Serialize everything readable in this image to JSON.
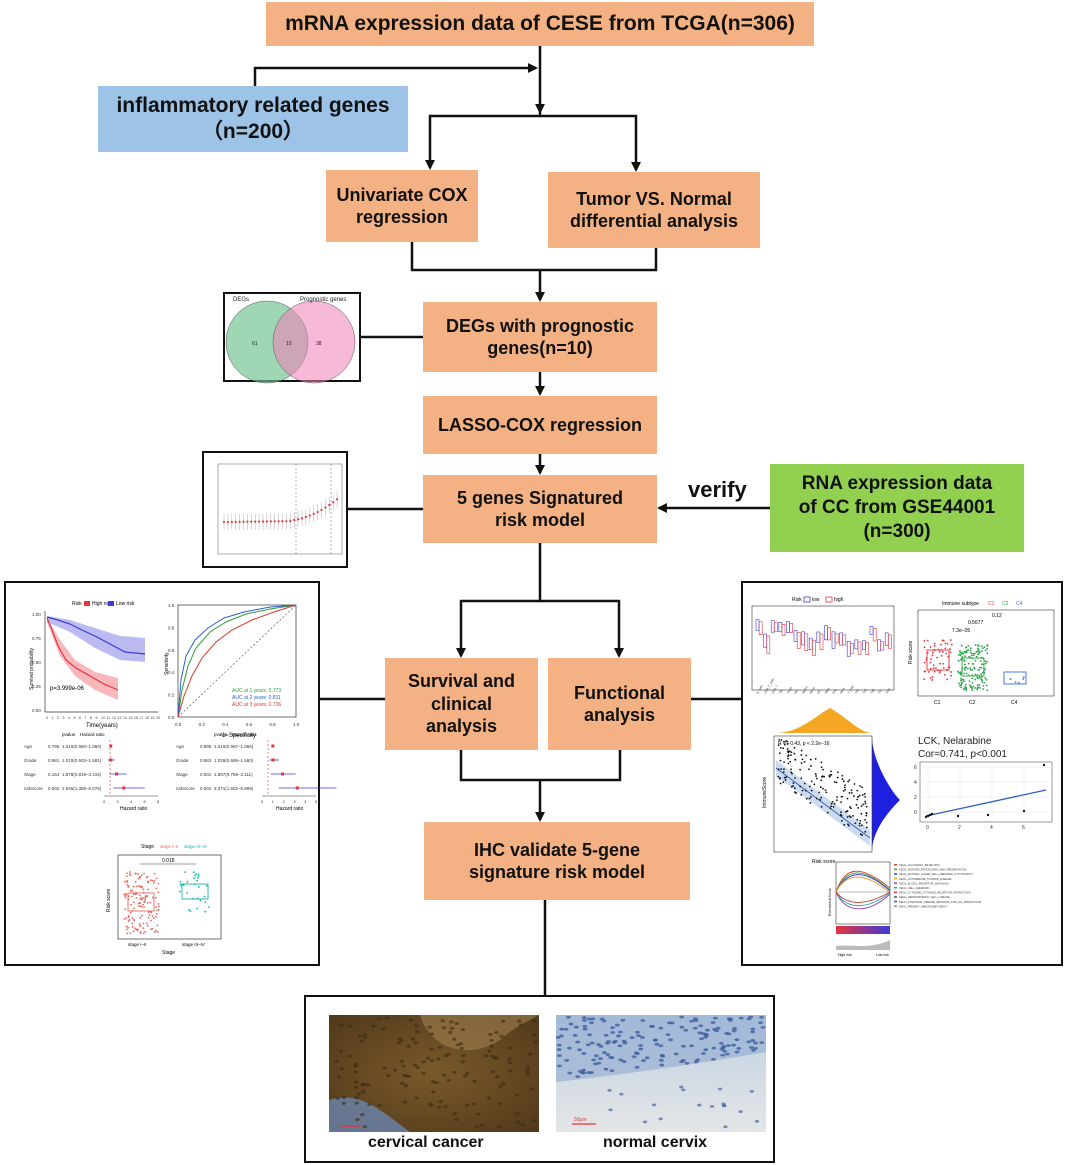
{
  "nodes": {
    "tcga": "mRNA expression data of CESE from TCGA(n=306)",
    "inflammatory": "inflammatory related genes\n（n=200）",
    "univariate": "Univariate COX\nregression",
    "tumor_normal": "Tumor VS. Normal\ndifferential analysis",
    "degs": "DEGs with prognostic\ngenes(n=10)",
    "lasso": "LASSO-COX regression",
    "risk_model": "5 genes Signatured\nrisk model",
    "gse": "RNA expression data\nof CC from GSE44001\n(n=300)",
    "survival": "Survival and\nclinical\nanalysis",
    "functional": "Functional\nanalysis",
    "ihc": "IHC validate 5-gene\nsignature risk model"
  },
  "edge_labels": {
    "verify": "verify"
  },
  "venn": {
    "left_label": "DEGs",
    "right_label": "Prognostic genes",
    "left_only": "61",
    "overlap": "10",
    "right_only": "38"
  },
  "km_plot": {
    "legend_title": "Risk",
    "legend_high": "High risk",
    "legend_low": "Low risk",
    "ylabel": "Survival probability",
    "xlabel": "Time(years)",
    "pvalue": "p=3.999e-06",
    "y_ticks": [
      "1.00",
      "0.75",
      "0.50",
      "0.25",
      "0.00"
    ],
    "x_ticks": [
      "0",
      "1",
      "2",
      "3",
      "4",
      "5",
      "6",
      "7",
      "8",
      "9",
      "10",
      "11",
      "12",
      "13",
      "14",
      "15",
      "16",
      "17",
      "18",
      "19",
      "20"
    ]
  },
  "roc": {
    "ylabel": "Sensitivity",
    "xlabel": "1−Specificity",
    "auc1": "AUC at 1 years: 0.773",
    "auc2": "AUC at 2 years: 0.811",
    "auc3": "AUC at 3 years: 0.736",
    "ticks": [
      "0.0",
      "0.2",
      "0.4",
      "0.6",
      "0.8",
      "1.0"
    ]
  },
  "forest1": {
    "col1": "pvalue",
    "col2": "Hazard ratio",
    "xlabel": "Hazard ratio",
    "rows": [
      {
        "name": "Age",
        "p": "0.796",
        "hr": "1.010(0.960–1.060)"
      },
      {
        "name": "Grade",
        "p": "0.981",
        "hr": "1.010(0.603–1.581)"
      },
      {
        "name": "Stage",
        "p": "0.154",
        "hr": "1.878(0.819–3.415)"
      },
      {
        "name": "riskScore",
        "p": "0.002",
        "hr": "2.946(1.386–6.078)"
      }
    ],
    "ticks": [
      "0",
      "2",
      "4",
      "6",
      "8"
    ]
  },
  "forest2": {
    "col1": "pvalue",
    "col2": "Hazard ratio",
    "xlabel": "Hazard ratio",
    "rows": [
      {
        "name": "Age",
        "p": "0.895",
        "hr": "1.010(0.987–1.066)"
      },
      {
        "name": "Grade",
        "p": "0.883",
        "hr": "1.026(0.686–1.560)"
      },
      {
        "name": "Stage",
        "p": "0.001",
        "hr": "1.897(0.789–3.111)"
      },
      {
        "name": "riskScore",
        "p": "0.002",
        "hr": "3.271(1.552–6.889)"
      }
    ],
    "ticks": [
      "0",
      "1",
      "2",
      "3",
      "4",
      "5"
    ]
  },
  "stage_box": {
    "legend_title": "Stage",
    "legend_a": "stage I–II",
    "legend_b": "stage III–IV",
    "pvalue": "0.018",
    "ylabel": "Risk score",
    "xlabel": "Stage",
    "cat_a": "stage I–II",
    "cat_b": "stage III–IV"
  },
  "immune_box": {
    "legend_title": "Risk",
    "legend_low": "low",
    "legend_high": "high",
    "genes": [
      "B_cells",
      "CD8_T_cells",
      "CD4_T",
      "Tfh",
      "Tregs",
      "NK",
      "Macro",
      "Mono",
      "DC",
      "Mast",
      "Eos",
      "Neut",
      "T_help",
      "Th1",
      "Th2",
      "Tgd",
      "TIL",
      "Treg"
    ]
  },
  "subtype_box": {
    "legend_title": "Immune subtype",
    "legend_c1": "C1",
    "legend_c2": "C2",
    "legend_c4": "C4",
    "p1": "7.3e−05",
    "p2": "0.5677",
    "p3": "0.12",
    "ylabel": "Risk score",
    "cats": [
      "C1",
      "C2",
      "C4"
    ]
  },
  "scatter": {
    "stat": "R = −0.43, p < 2.2e−16",
    "xlabel": "Risk score",
    "ylabel": "ImmuneScore"
  },
  "drug": {
    "title": "LCK, Nelarabine",
    "stat": "Cor=0.741, p<0.001",
    "x_ticks": [
      "0",
      "2",
      "4",
      "6"
    ],
    "y_ticks": [
      "0",
      "2",
      "4",
      "6"
    ]
  },
  "gsea": {
    "ylabel": "Enrichment Score",
    "terms": [
      "KEGG_ALLOGRAFT_REJECTION",
      "KEGG_ANTIGEN_PROCESSING_AND_PRESENTATION",
      "KEGG_NATURAL_KILLER_CELL_MEDIATED_CYTOTOXICITY",
      "KEGG_AUTOIMMUNE_THYROID_DISEASE",
      "KEGG_B_CELL_RECEPTOR_SIGNALING",
      "KEGG_CELL_ADHESION",
      "KEGG_CYTOKINE_CYTOKINE_RECEPTOR_INTERACTION",
      "KEGG_HEMATOPOIETIC_CELL_LINEAGE",
      "KEGG_INTESTINAL_IMMUNE_NETWORK_FOR_IGA_PRODUCTION",
      "KEGG_PRIMARY_IMMUNODEFICIENCY"
    ],
    "high": "High risk",
    "low": "Low risk"
  },
  "ihc": {
    "label_cancer": "cervical cancer",
    "label_normal": "normal cervix",
    "scale": "50μm"
  },
  "colors": {
    "node": "#F4B183",
    "blue": "#9DC3E6",
    "green": "#92D050",
    "high_risk": "#E8323C",
    "low_risk": "#3B3BD8"
  }
}
